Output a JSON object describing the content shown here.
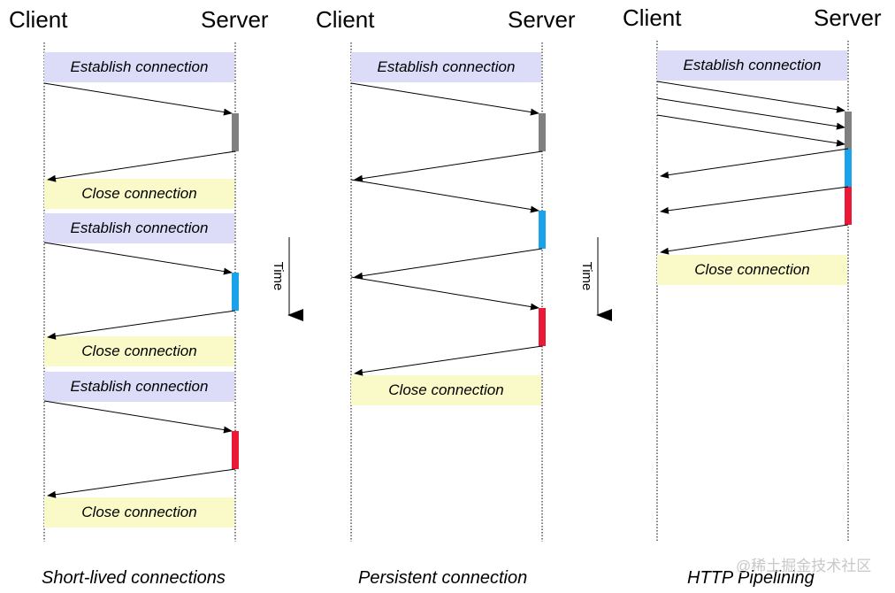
{
  "colors": {
    "establish_fill": "#dcdcf8",
    "close_fill": "#fafac8",
    "request_1": "#808080",
    "request_2": "#1aa3ea",
    "request_3": "#ea1a36",
    "arrow": "#000000",
    "lifeline": "#000000",
    "watermark": "#c8c8c8"
  },
  "panels": [
    {
      "client_label": "Client",
      "server_label": "Server",
      "caption": "Short-lived connections",
      "boxes": [
        {
          "kind": "establish",
          "text": "Establish connection"
        },
        {
          "kind": "close",
          "text": "Close connection"
        },
        {
          "kind": "establish",
          "text": "Establish connection"
        },
        {
          "kind": "close",
          "text": "Close connection"
        },
        {
          "kind": "establish",
          "text": "Establish connection"
        },
        {
          "kind": "close",
          "text": "Close connection"
        }
      ]
    },
    {
      "client_label": "Client",
      "server_label": "Server",
      "caption": "Persistent connection",
      "boxes": [
        {
          "kind": "establish",
          "text": "Establish connection"
        },
        {
          "kind": "close",
          "text": "Close connection"
        }
      ]
    },
    {
      "client_label": "Client",
      "server_label": "Server",
      "caption": "HTTP Pipelining",
      "boxes": [
        {
          "kind": "establish",
          "text": "Establish connection"
        },
        {
          "kind": "close",
          "text": "Close connection"
        }
      ]
    }
  ],
  "time_arrows": [
    {
      "label": "Time"
    },
    {
      "label": "Time"
    }
  ],
  "watermark": "@稀土掘金技术社区"
}
